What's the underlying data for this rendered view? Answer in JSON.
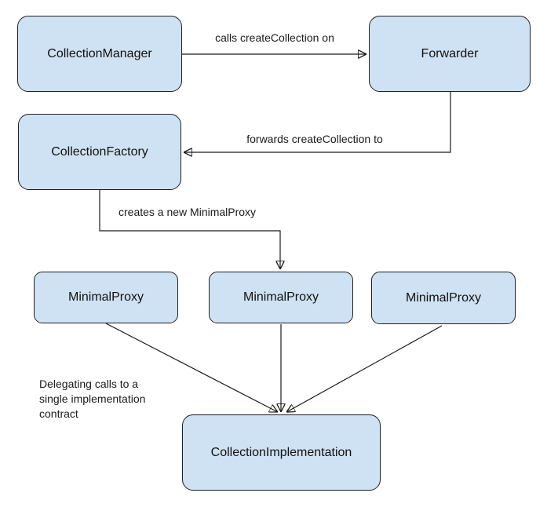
{
  "diagram": {
    "colors": {
      "background": "#ffffff",
      "node_fill": "#cfe2f3",
      "node_border": "#1f1f1f",
      "edge_stroke": "#1a1a1a",
      "text": "#111111"
    },
    "nodes": [
      {
        "id": "collection-manager",
        "label": "CollectionManager"
      },
      {
        "id": "forwarder",
        "label": "Forwarder"
      },
      {
        "id": "collection-factory",
        "label": "CollectionFactory"
      },
      {
        "id": "minimal-proxy-1",
        "label": "MinimalProxy"
      },
      {
        "id": "minimal-proxy-2",
        "label": "MinimalProxy"
      },
      {
        "id": "minimal-proxy-3",
        "label": "MinimalProxy"
      },
      {
        "id": "collection-implementation",
        "label": "CollectionImplementation"
      }
    ],
    "edge_labels": [
      {
        "id": "calls-create-collection",
        "text": "calls createCollection on"
      },
      {
        "id": "forwards-create-collection",
        "text": "forwards createCollection to"
      },
      {
        "id": "creates-minimal-proxy",
        "text": "creates a new MinimalProxy"
      }
    ],
    "annotation_lines": [
      "Delegating calls to a",
      "single implementation",
      "contract"
    ]
  }
}
